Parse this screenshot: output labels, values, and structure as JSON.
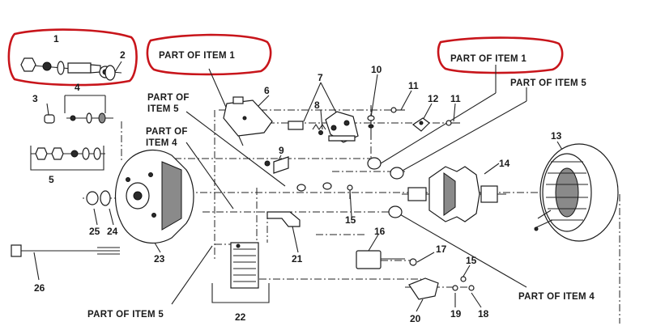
{
  "diagram": {
    "item_numbers": [
      "1",
      "2",
      "3",
      "4",
      "5",
      "6",
      "7",
      "8",
      "9",
      "10",
      "11",
      "11",
      "12",
      "13",
      "14",
      "15",
      "15",
      "16",
      "17",
      "18",
      "19",
      "20",
      "21",
      "22",
      "23",
      "24",
      "25",
      "26"
    ],
    "callouts": {
      "part_item1_left": "PART OF ITEM 1",
      "part_item1_right": "PART OF ITEM 1",
      "part_item5_top_l1": "PART OF",
      "part_item5_top_l2": "ITEM 5",
      "part_item4_left_l1": "PART OF",
      "part_item4_left_l2": "ITEM 4",
      "part_item5_right": "PART OF ITEM 5",
      "part_item4_bottom": "PART OF ITEM 4",
      "part_item5_bottom": "PART OF ITEM 5"
    },
    "highlight_color": "#c8151b",
    "line_color": "#222222"
  }
}
